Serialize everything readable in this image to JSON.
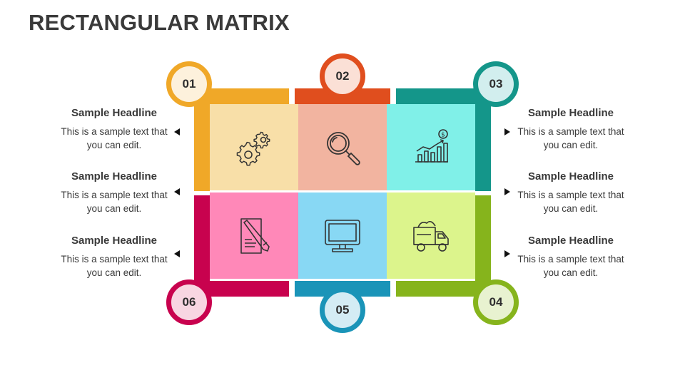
{
  "title": "RECTANGULAR MATRIX",
  "colors": {
    "c01": "#f0a828",
    "c02": "#e04e1e",
    "c03": "#14968a",
    "c04": "#86b41c",
    "c05": "#1a94b8",
    "c06": "#c8024e"
  },
  "items": [
    {
      "number": "01",
      "icon": "gears-icon",
      "headline": "Sample Headline",
      "text": "This is a sample text that you can edit."
    },
    {
      "number": "02",
      "icon": "magnifier-icon",
      "headline": "Sample Headline",
      "text": "This is a sample text that you can edit."
    },
    {
      "number": "03",
      "icon": "growth-chart-icon",
      "headline": "Sample Headline",
      "text": "This is a sample text that you can edit."
    },
    {
      "number": "04",
      "icon": "dump-truck-icon",
      "headline": "Sample Headline",
      "text": "This is a sample text that you can edit."
    },
    {
      "number": "05",
      "icon": "monitor-icon",
      "headline": "Sample Headline",
      "text": "This is a sample text that you can edit."
    },
    {
      "number": "06",
      "icon": "document-pencil-icon",
      "headline": "Sample Headline",
      "text": "This is a sample text that you can edit."
    }
  ]
}
